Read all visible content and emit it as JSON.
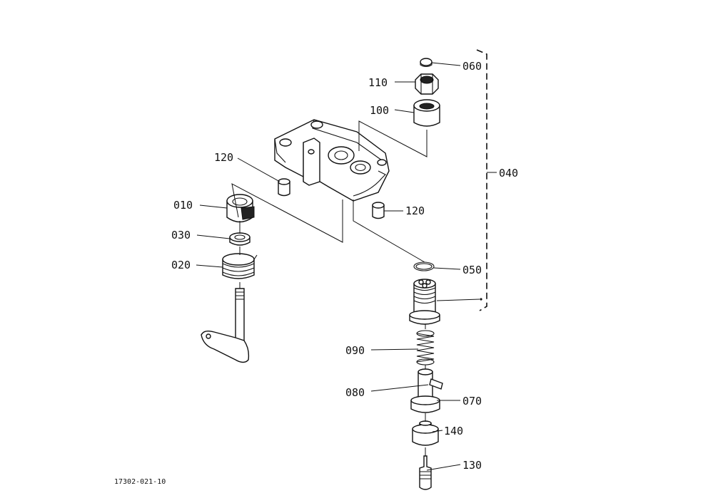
{
  "labels": {
    "p060": "060",
    "p110": "110",
    "p100": "100",
    "p120a": "120",
    "p120b": "120",
    "p040": "040",
    "p010": "010",
    "p030": "030",
    "p020": "020",
    "p050": "050",
    "p090": "090",
    "p080": "080",
    "p070": "070",
    "p140": "140",
    "p130": "130"
  },
  "reference_code": "17302-021-10"
}
